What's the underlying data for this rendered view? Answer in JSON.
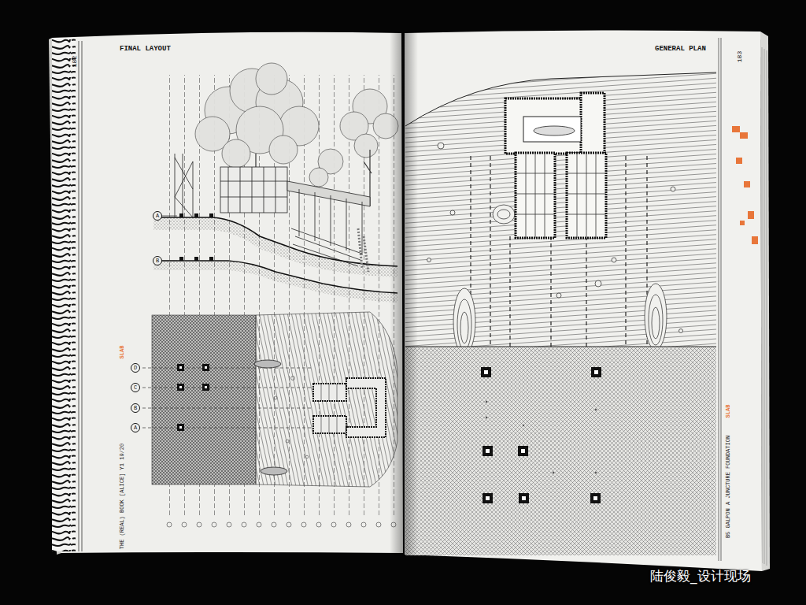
{
  "diagram": {
    "nodes": [
      {
        "text": [
          "A"
        ]
      },
      {
        "text": [
          "B"
        ]
      },
      {
        "text": [
          "D"
        ]
      },
      {
        "text": [
          "C"
        ]
      },
      {
        "text": [
          "B"
        ]
      },
      {
        "text": [
          "A"
        ]
      }
    ],
    "labels": [
      "FINAL LAYOUT",
      "182",
      "GENERAL PLAN",
      "183",
      "THE (REAL) BOOK [ALICE] Y1 19/20",
      "SLAB",
      "B5 GALPON A JUNCTURE FOUNDATION",
      "SLAB",
      "陆俊毅_设计现场"
    ]
  }
}
